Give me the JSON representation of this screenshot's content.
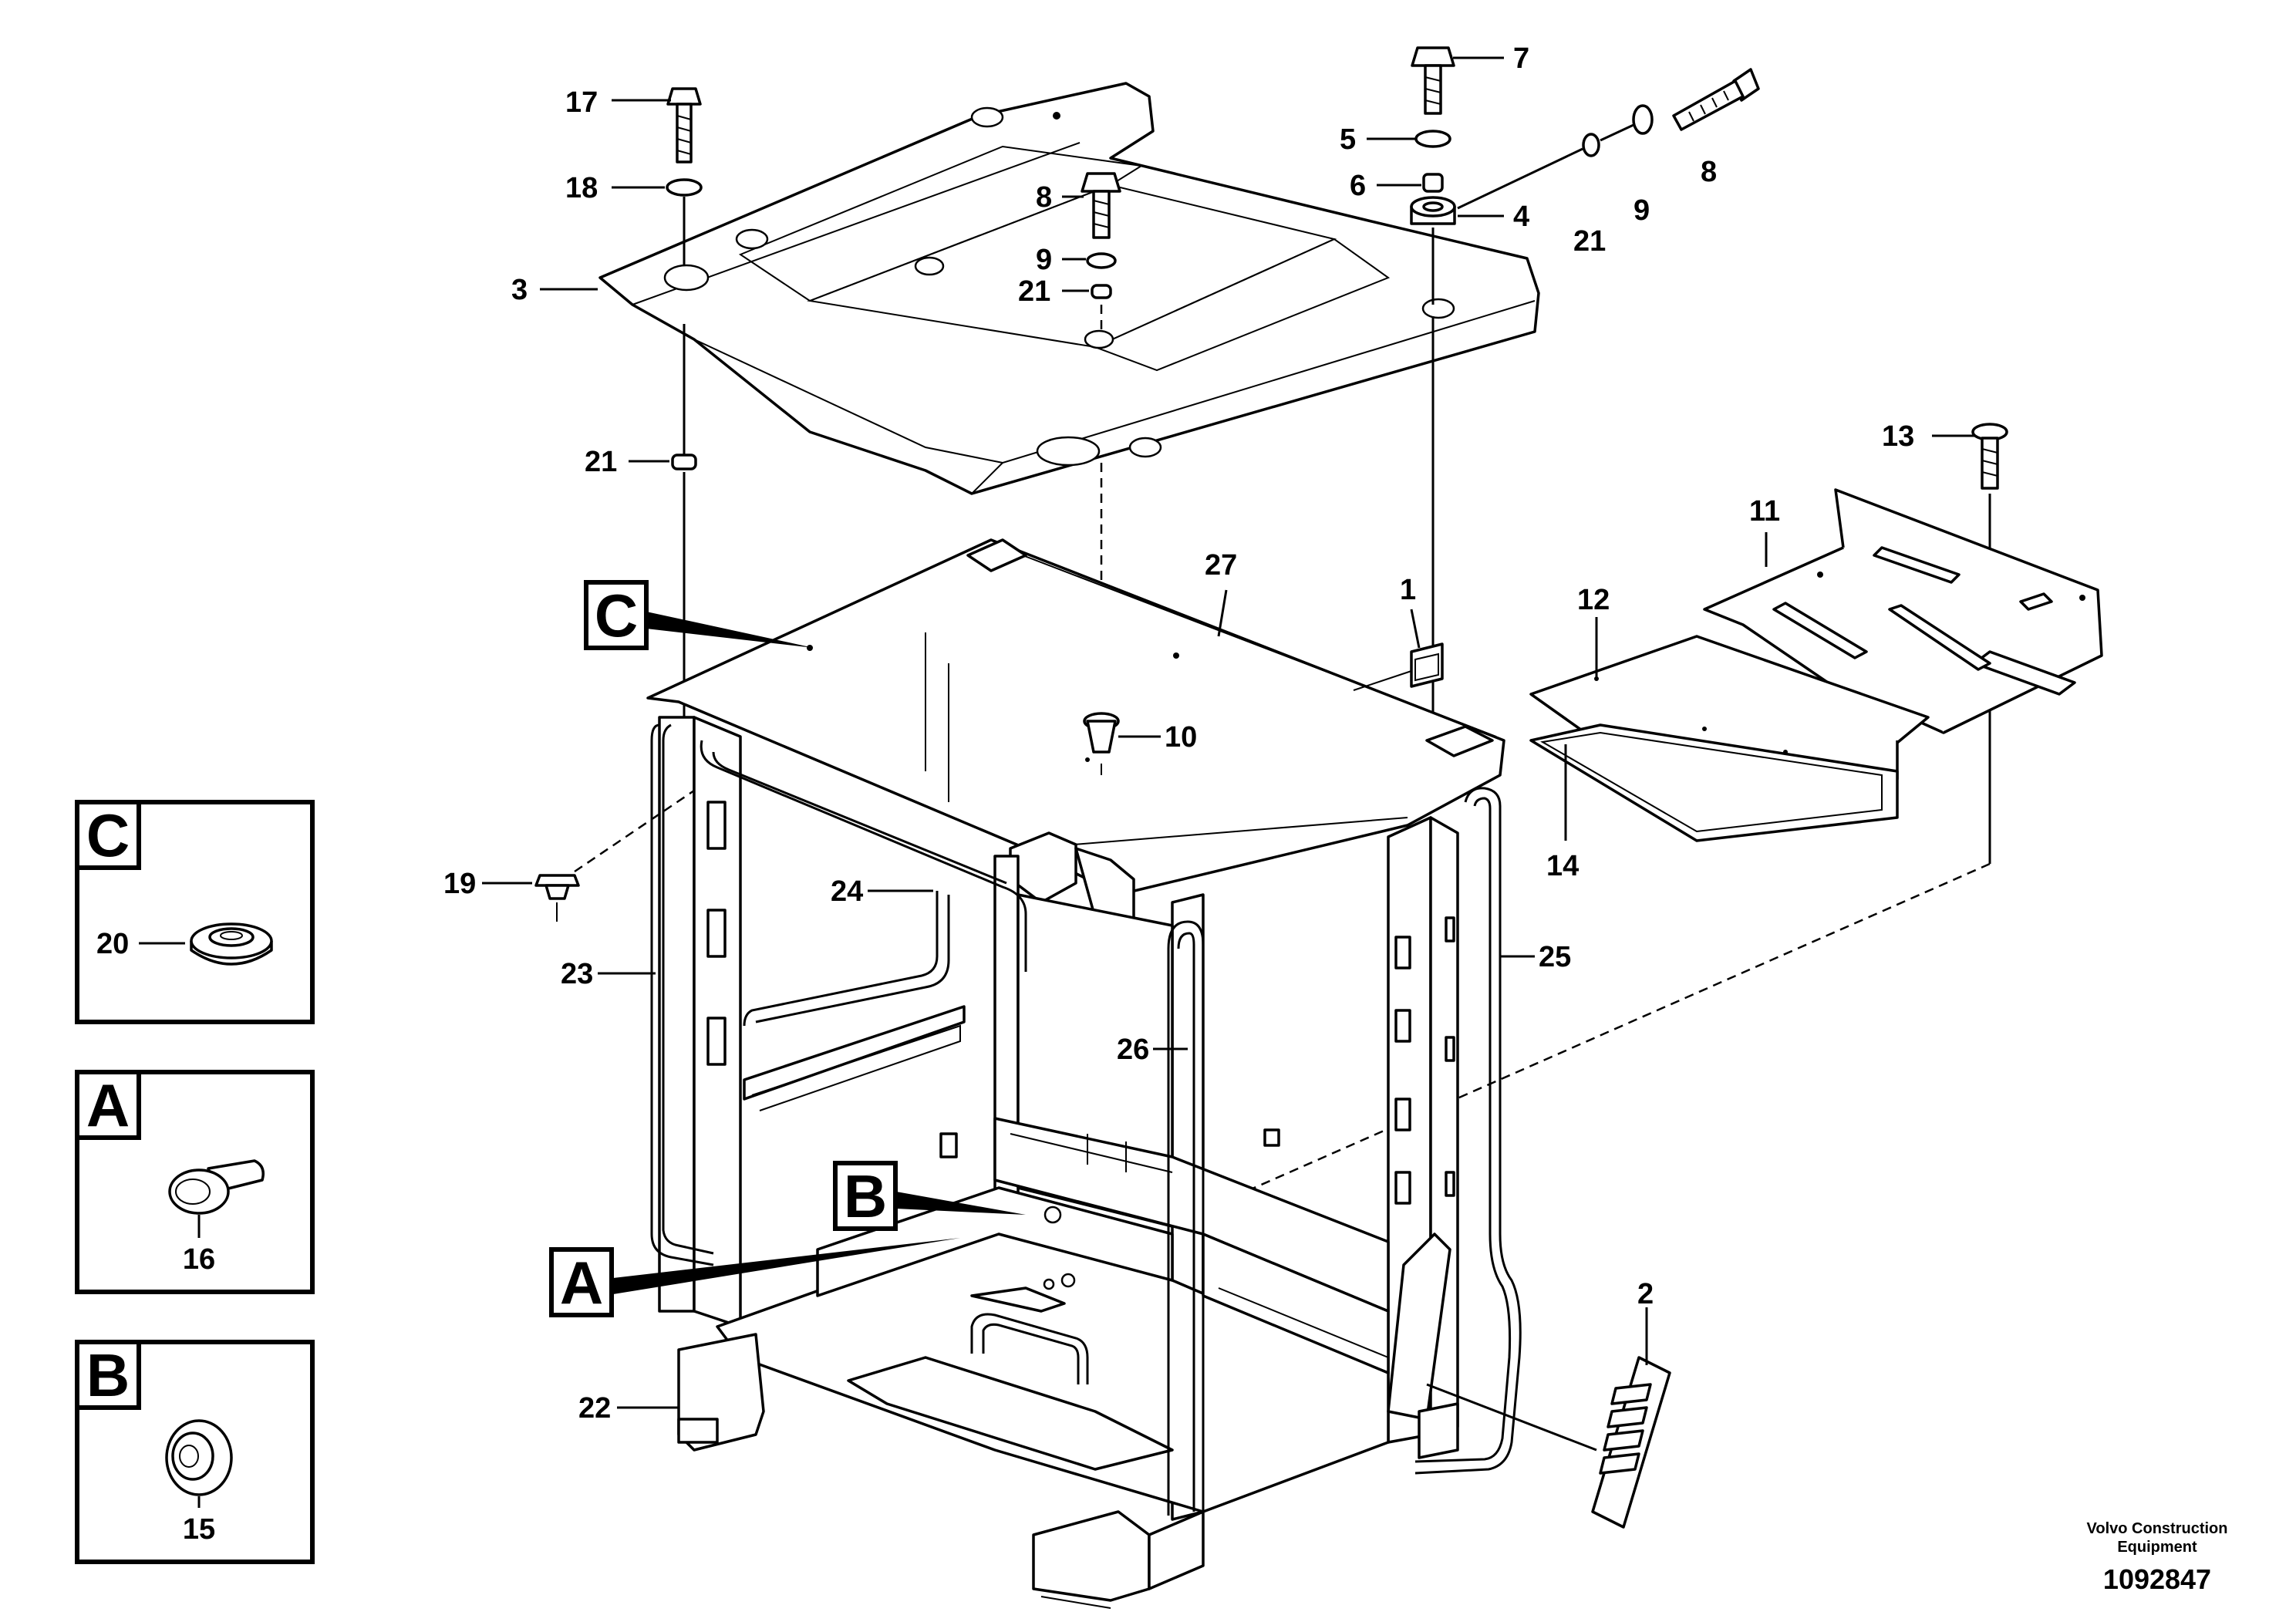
{
  "callouts": [
    {
      "id": "c17",
      "text": "17"
    },
    {
      "id": "c18",
      "text": "18"
    },
    {
      "id": "c3",
      "text": "3"
    },
    {
      "id": "c21a",
      "text": "21"
    },
    {
      "id": "c8a",
      "text": "8"
    },
    {
      "id": "c9a",
      "text": "9"
    },
    {
      "id": "c21b",
      "text": "21"
    },
    {
      "id": "c7",
      "text": "7"
    },
    {
      "id": "c5",
      "text": "5"
    },
    {
      "id": "c6",
      "text": "6"
    },
    {
      "id": "c4",
      "text": "4"
    },
    {
      "id": "c21c",
      "text": "21"
    },
    {
      "id": "c9b",
      "text": "9"
    },
    {
      "id": "c8b",
      "text": "8"
    },
    {
      "id": "c13",
      "text": "13"
    },
    {
      "id": "c11",
      "text": "11"
    },
    {
      "id": "c12",
      "text": "12"
    },
    {
      "id": "c14",
      "text": "14"
    },
    {
      "id": "c27",
      "text": "27"
    },
    {
      "id": "c1",
      "text": "1"
    },
    {
      "id": "c10",
      "text": "10"
    },
    {
      "id": "c19",
      "text": "19"
    },
    {
      "id": "c24",
      "text": "24"
    },
    {
      "id": "c23",
      "text": "23"
    },
    {
      "id": "c25",
      "text": "25"
    },
    {
      "id": "c26",
      "text": "26"
    },
    {
      "id": "c22",
      "text": "22"
    },
    {
      "id": "c2",
      "text": "2"
    },
    {
      "id": "c20",
      "text": "20"
    },
    {
      "id": "c16",
      "text": "16"
    },
    {
      "id": "c15",
      "text": "15"
    }
  ],
  "detail_refs": {
    "C": "C",
    "A": "A",
    "B": "B"
  },
  "inset_titles": {
    "C": "C",
    "A": "A",
    "B": "B"
  },
  "footer": {
    "brand_line1": "Volvo Construction",
    "brand_line2": "Equipment",
    "doc_number": "1092847"
  },
  "icons": [
    "rubber-grommet-icon",
    "push-pin-icon",
    "plug-grommet-icon"
  ]
}
